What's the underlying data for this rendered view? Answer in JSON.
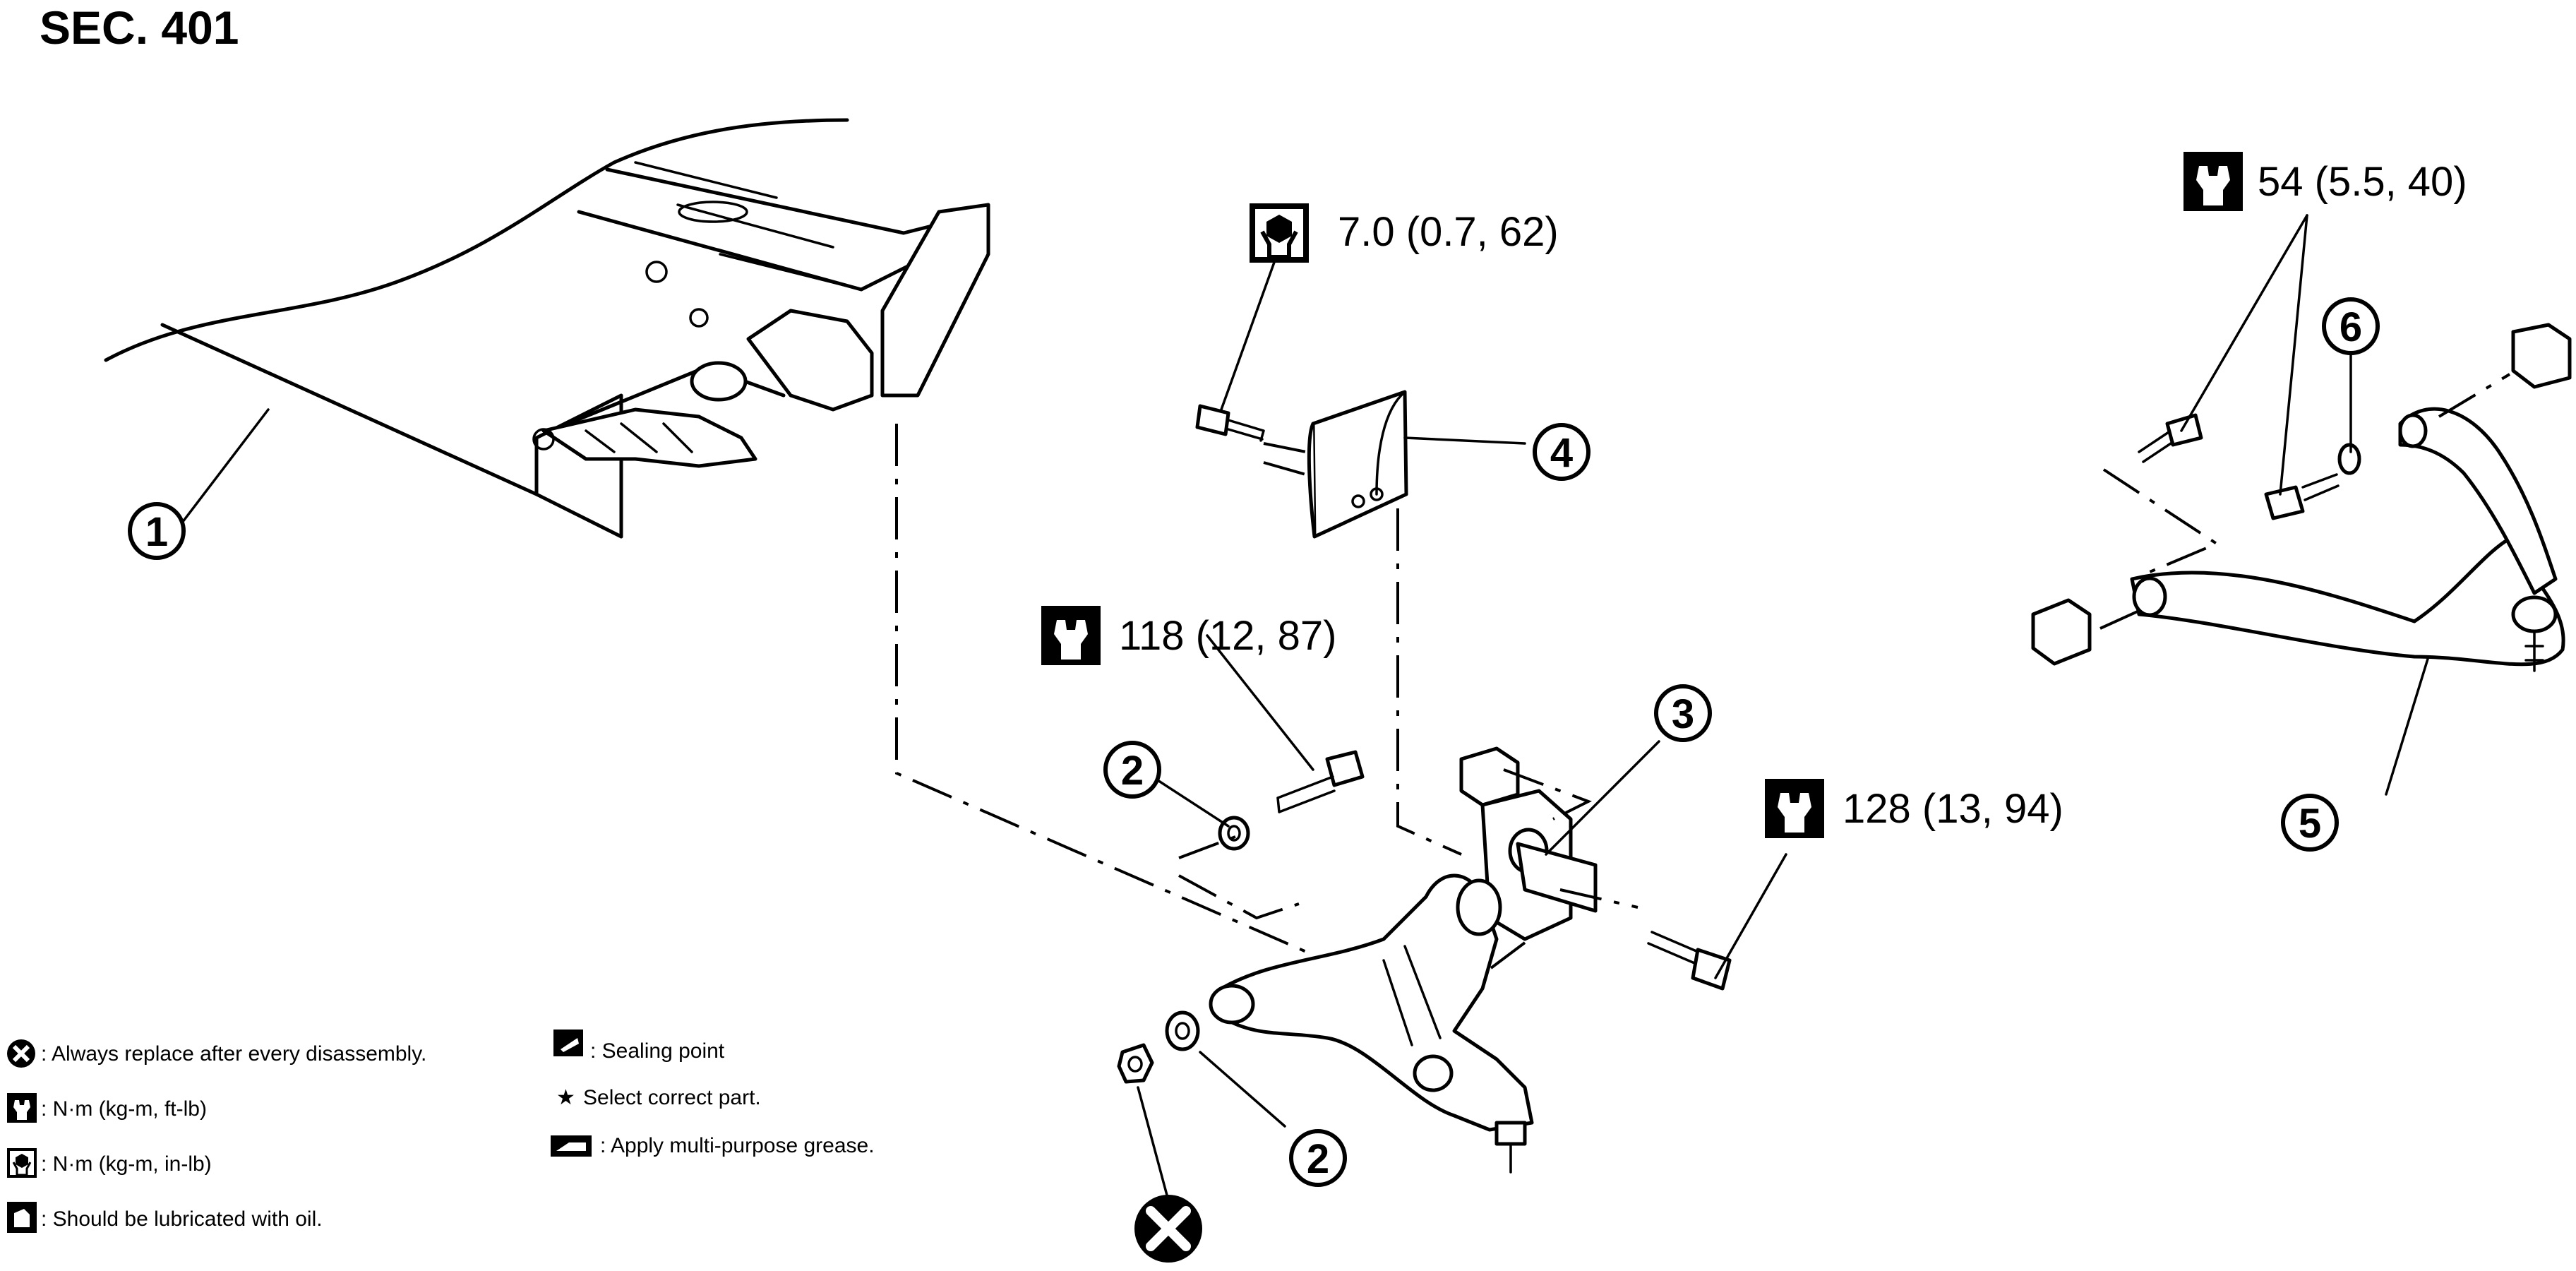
{
  "section_title": "SEC. 401",
  "torque_specs": [
    {
      "id": "t1",
      "value": "7.0 (0.7, 62)",
      "icon": "torque-in-lb-icon"
    },
    {
      "id": "t2",
      "value": "54 (5.5, 40)",
      "icon": "torque-ft-lb-icon"
    },
    {
      "id": "t3",
      "value": "118 (12, 87)",
      "icon": "torque-ft-lb-icon"
    },
    {
      "id": "t4",
      "value": "128 (13, 94)",
      "icon": "torque-ft-lb-icon"
    }
  ],
  "part_numbers": [
    "1",
    "2",
    "2",
    "3",
    "4",
    "5",
    "6"
  ],
  "legend": {
    "replace": ": Always replace after every disassembly.",
    "nm_ft": ": N·m (kg-m, ft-lb)",
    "nm_in": ": N·m (kg-m, in-lb)",
    "lube": ": Should be lubricated with oil.",
    "seal": ": Sealing point",
    "star_symbol": "★",
    "select": "Select correct part.",
    "grease": ": Apply multi-purpose grease."
  }
}
